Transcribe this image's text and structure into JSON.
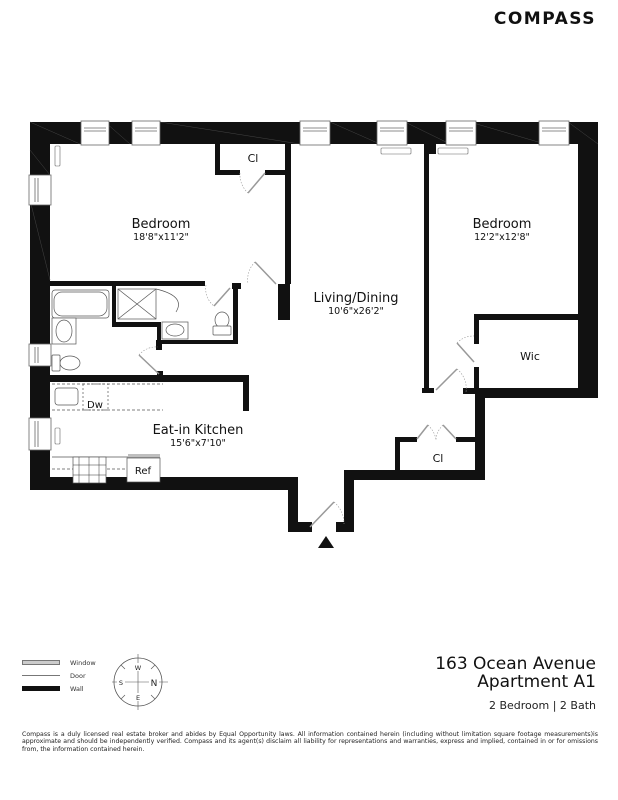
{
  "brand": {
    "logo": "COMPASS"
  },
  "rooms": {
    "bedroom1": {
      "label": "Bedroom",
      "dims": "18'8\"x11'2\""
    },
    "bedroom2": {
      "label": "Bedroom",
      "dims": "12'2\"x12'8\""
    },
    "living": {
      "label": "Living/Dining",
      "dims": "10'6\"x26'2\""
    },
    "kitchen": {
      "label": "Eat-in Kitchen",
      "dims": "15'6\"x7'10\""
    },
    "closet1": {
      "label": "Cl"
    },
    "closet2": {
      "label": "Cl"
    },
    "wic": {
      "label": "Wic"
    },
    "dishwasher": {
      "label": "Dw"
    },
    "refrigerator": {
      "label": "Ref"
    }
  },
  "legend": {
    "items": [
      {
        "label": "Window",
        "icon": "window-symbol"
      },
      {
        "label": "Door",
        "icon": "door-symbol"
      },
      {
        "label": "Wall",
        "icon": "wall-symbol"
      }
    ]
  },
  "compass": {
    "top": "W",
    "right": "N",
    "bottom": "E",
    "left": "S"
  },
  "listing": {
    "address": "163 Ocean Avenue",
    "unit": "Apartment A1",
    "summary": "2 Bedroom | 2 Bath"
  },
  "disclaimer": "Compass is a duly licensed real estate broker and abides by Equal Opportunity laws. All information contained herein (including without limitation square footage measurements)is approximate and should be independently verified. Compass and its agent(s) disclaim all liability for representations and warranties, express and implied, contained in or for omissions from, the information contained herein.",
  "colors": {
    "wall": "#111111",
    "window_fill": "#ffffff",
    "door": "#999999",
    "fixture": "#444444"
  }
}
